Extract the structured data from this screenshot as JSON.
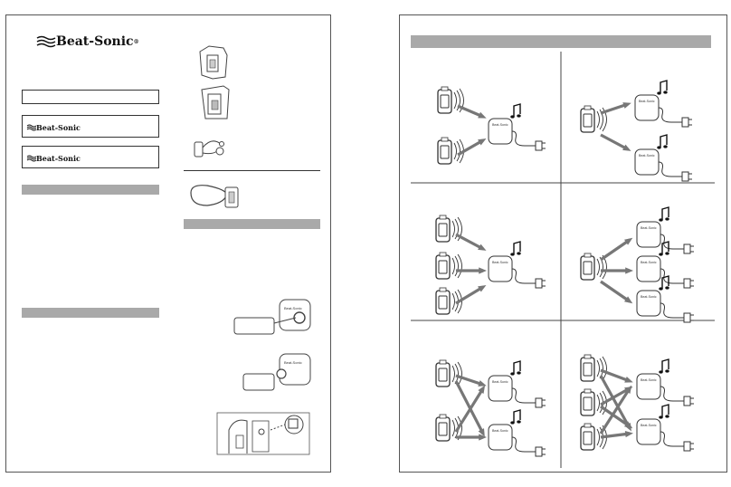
{
  "brand": {
    "name": "Beat-Sonic",
    "registered": "®"
  },
  "left_page": {
    "product_boxes": [
      {
        "brand": "Beat-Sonic"
      },
      {
        "brand": "Beat-Sonic"
      }
    ]
  },
  "device_label": "Beat-Sonic",
  "icons": {
    "note": "music-note-icon",
    "plug": "power-plug-icon",
    "waves": "signal-waves-icon"
  }
}
